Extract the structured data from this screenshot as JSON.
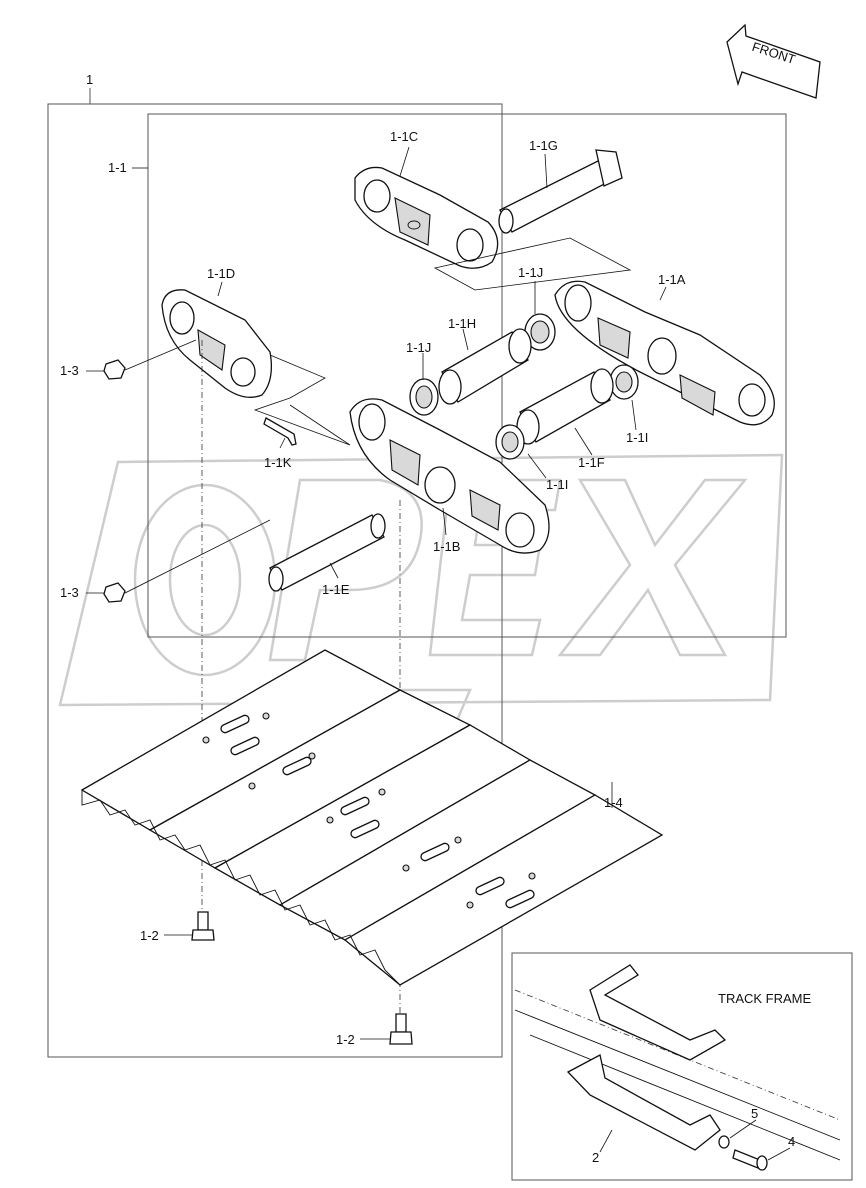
{
  "header": {
    "small_mark": ""
  },
  "front_arrow": {
    "text": "FRONT"
  },
  "watermark": {
    "text": "OPEX"
  },
  "track_frame": {
    "title": "TRACK FRAME"
  },
  "callouts": {
    "assy": "1",
    "link_assy": "1-1",
    "link_c": "1-1C",
    "pin_g": "1-1G",
    "link_d": "1-1D",
    "seal_j_upper": "1-1J",
    "link_a": "1-1A",
    "bush_h": "1-1H",
    "seal_j_lower": "1-1J",
    "nut_upper": "1-3",
    "pin_k": "1-1K",
    "bush_f": "1-1F",
    "seal_i_right": "1-1I",
    "seal_i_lower": "1-1I",
    "link_b": "1-1B",
    "pin_e": "1-1E",
    "nut_lower": "1-3",
    "shoe": "1-4",
    "bolt_left": "1-2",
    "bolt_bottom": "1-2",
    "guard": "2",
    "guard_bolt": "4",
    "guard_washer": "5"
  }
}
